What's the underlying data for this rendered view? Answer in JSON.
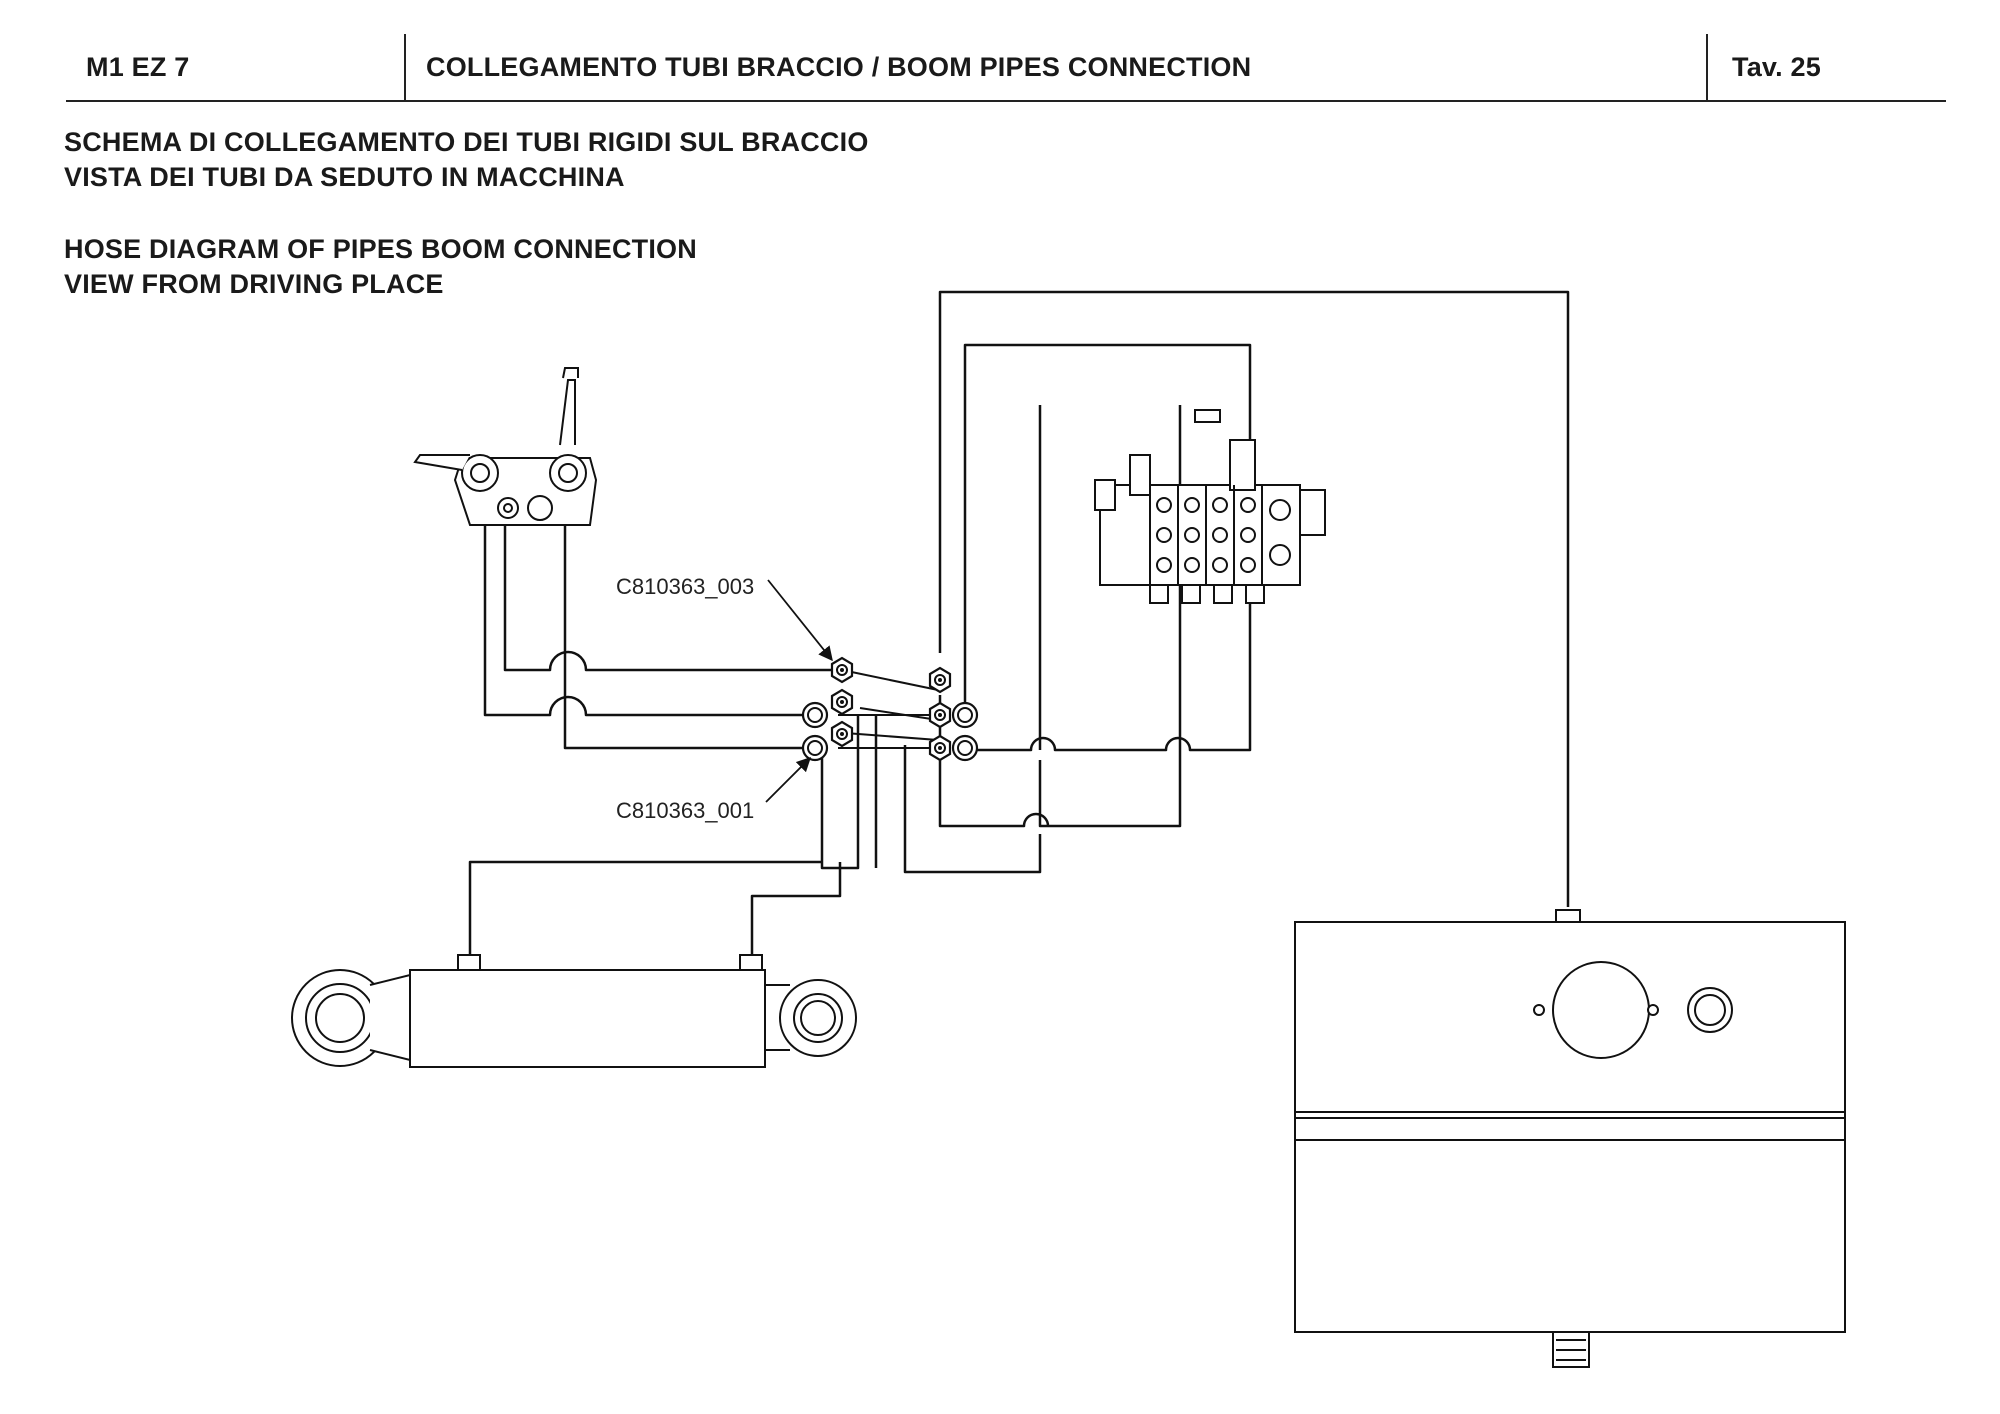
{
  "header": {
    "code": "M1 EZ 7",
    "title": "COLLEGAMENTO TUBI BRACCIO / BOOM PIPES CONNECTION",
    "table": "Tav.  25"
  },
  "description": {
    "it_line1": "SCHEMA DI COLLEGAMENTO DEI TUBI RIGIDI SUL BRACCIO",
    "it_line2": "VISTA DEI TUBI DA SEDUTO IN MACCHINA",
    "en_line1": "HOSE DIAGRAM OF PIPES BOOM CONNECTION",
    "en_line2": "VIEW FROM DRIVING PLACE"
  },
  "callouts": {
    "upper": "C810363_003",
    "lower": "C810363_001"
  }
}
